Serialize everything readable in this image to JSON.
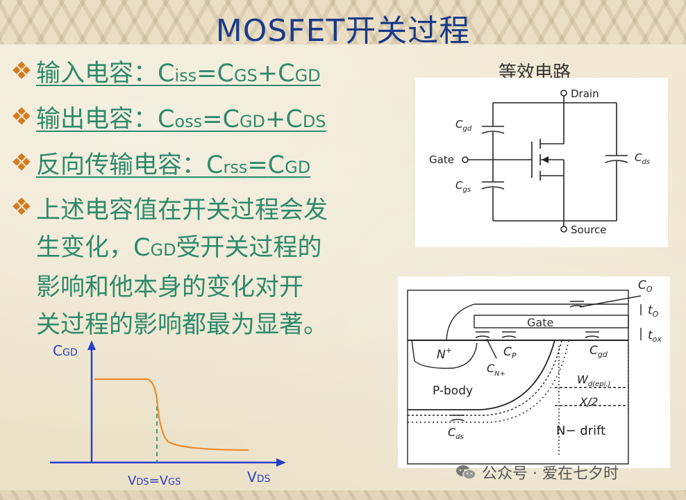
{
  "title": "MOSFET开关过程",
  "bullets": [
    {
      "label": "输入电容：",
      "c1": "C",
      "s1": "iss",
      "eq": "=",
      "c2": "C",
      "s2": "GS",
      "op": "+",
      "c3": "C",
      "s3": "GD"
    },
    {
      "label": "输出电容：",
      "c1": "C",
      "s1": "oss",
      "eq": "=",
      "c2": "C",
      "s2": "GD",
      "op": "+",
      "c3": "C",
      "s3": "DS"
    },
    {
      "label": "反向传输电容：",
      "c1": "C",
      "s1": "rss",
      "eq": "=",
      "c2": "C",
      "s2": "GD"
    }
  ],
  "paragraph": {
    "line1": "上述电容值在开关过程会发",
    "line2_pre": "生变化，",
    "line2_c": "C",
    "line2_sub": "GD",
    "line2_post": "受开关过程的",
    "line3": "影响和他本身的变化对开",
    "line4": "关过程的影响都最为显著。"
  },
  "circuit": {
    "heading": "等效电路",
    "drain": "Drain",
    "gate": "Gate",
    "source": "Source",
    "cgd": "C",
    "cgd_sub": "gd",
    "cgs": "C",
    "cgs_sub": "gs",
    "cds": "C",
    "cds_sub": "ds"
  },
  "cross_section": {
    "gate": "Gate",
    "co": "C",
    "co_sub": "O",
    "to": "t",
    "to_sub": "O",
    "tox": "t",
    "tox_sub": "ox",
    "nplus": "N",
    "nplus_sup": "+",
    "cn": "C",
    "cn_sub": "N+",
    "cp": "C",
    "cp_sub": "P",
    "cgd": "C",
    "cgd_sub": "gd",
    "wd": "W",
    "wd_sub": "d(epi.)",
    "x2": "X/2",
    "pbody": "P-body",
    "cds": "C",
    "cds_sub": "ds",
    "ndrift": "N− drift"
  },
  "graph": {
    "ylabel_c": "C",
    "ylabel_sub": "GD",
    "xlabel_v": "V",
    "xlabel_sub": "DS",
    "mark_v1": "V",
    "mark_s1": "DS",
    "mark_eq": "=",
    "mark_v2": "V",
    "mark_s2": "GS",
    "colors": {
      "axis": "#2a3fc9",
      "curve": "#ef8a2a",
      "dash": "#2e8a6a"
    }
  },
  "watermark": {
    "text": "公众号 · 爱在七夕时",
    "icon": "wechat-icon"
  }
}
